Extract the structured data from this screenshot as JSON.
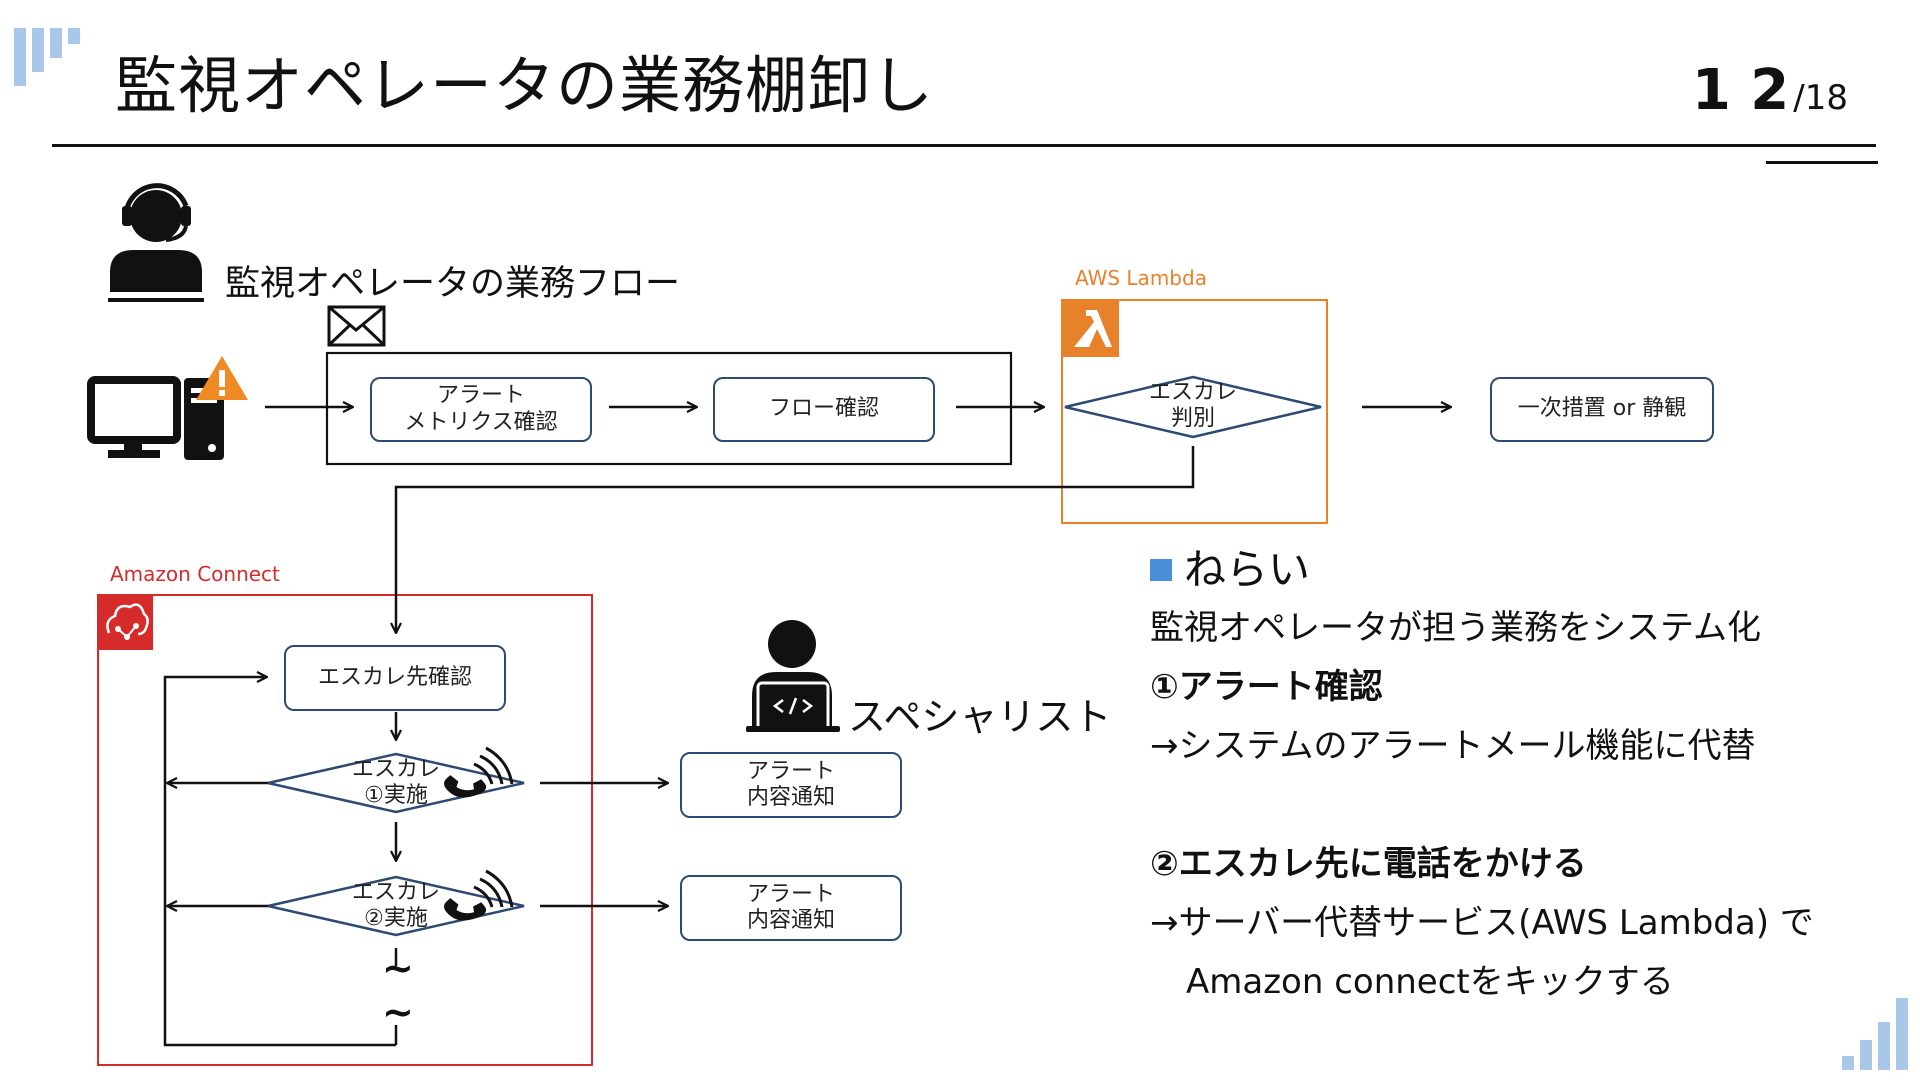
{
  "header": {
    "title": "監視オペレータの業務棚卸し",
    "page_current": "1 2",
    "page_total": "/18"
  },
  "flow": {
    "title": "監視オペレータの業務フロー",
    "box_alert_metrics": "アラート\nメトリクス確認",
    "box_flow_check": "フロー確認",
    "lambda_label": "AWS Lambda",
    "diamond_escalation_judge": "エスカレ\n判別",
    "box_first_action": "一次措置 or 静観",
    "connect_label": "Amazon Connect",
    "box_escalation_dest": "エスカレ先確認",
    "diamond_escalation_1": "エスカレ\n①実施",
    "diamond_escalation_2": "エスカレ\n②実施",
    "box_alert_notify_1": "アラート\n内容通知",
    "box_alert_notify_2": "アラート\n内容通知",
    "specialist_label": "スペシャリスト",
    "tilde_1": "~",
    "tilde_2": "~"
  },
  "aim": {
    "heading": "ねらい",
    "line1": "監視オペレータが担う業務をシステム化",
    "point1_title": "①アラート確認",
    "point1_desc": "→システムのアラートメール機能に代替",
    "point2_title": "②エスカレ先に電話をかける",
    "point2_desc1": "→サーバー代替サービス(AWS Lambda) で",
    "point2_desc2": "Amazon connectをキックする"
  },
  "colors": {
    "lambda_orange": "#e8822a",
    "connect_red": "#d62b2b",
    "box_border": "#2c4a72",
    "accent_blue": "#4a90d9",
    "warning_orange": "#f08a24"
  }
}
